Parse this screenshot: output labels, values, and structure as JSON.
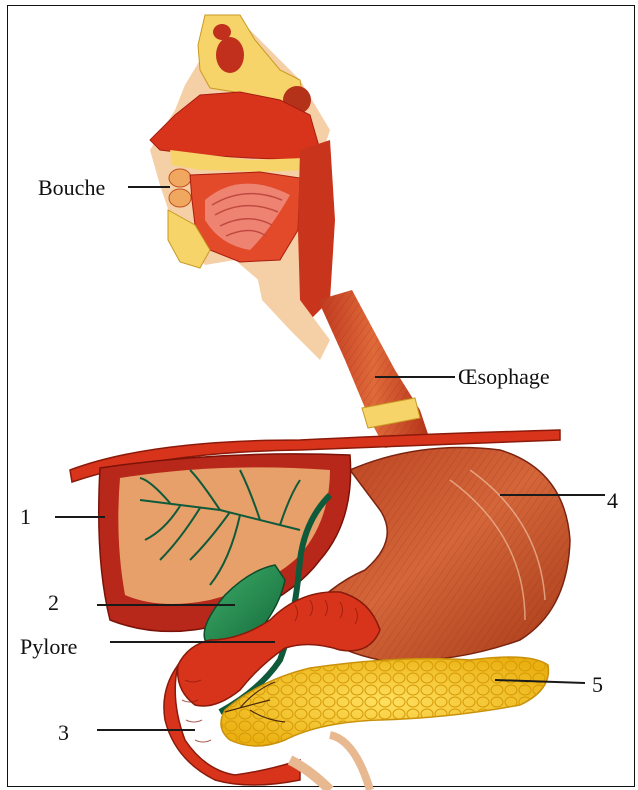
{
  "labels": {
    "mouth": "Bouche",
    "esophagus": "Œsophage",
    "pylorus": "Pylore",
    "n1": "1",
    "n2": "2",
    "n3": "3",
    "n4": "4",
    "n5": "5"
  },
  "colors": {
    "muscle_red": "#d8341c",
    "dark_red": "#a81c10",
    "stomach_orange": "#c9562a",
    "liver_red": "#b8281a",
    "liver_inner": "#e7a06a",
    "gallbladder_green": "#1f8a4f",
    "pancreas_yellow": "#f2c21a",
    "bone_yellow": "#f6d46a",
    "skin_pale": "#f5cfa6",
    "vessel_green": "#0f5a3a"
  }
}
